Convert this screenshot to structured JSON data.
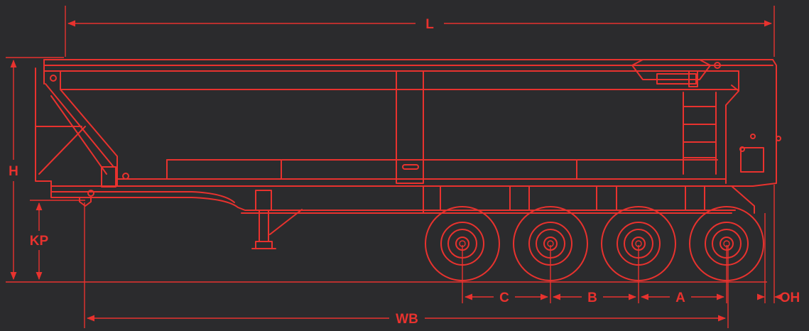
{
  "labels": {
    "L": "L",
    "H": "H",
    "KP": "KP",
    "WB": "WB",
    "A": "A",
    "B": "B",
    "C": "C",
    "OH": "OH"
  },
  "colors": {
    "background": "#2b2b2d",
    "line": "#e8322e"
  }
}
